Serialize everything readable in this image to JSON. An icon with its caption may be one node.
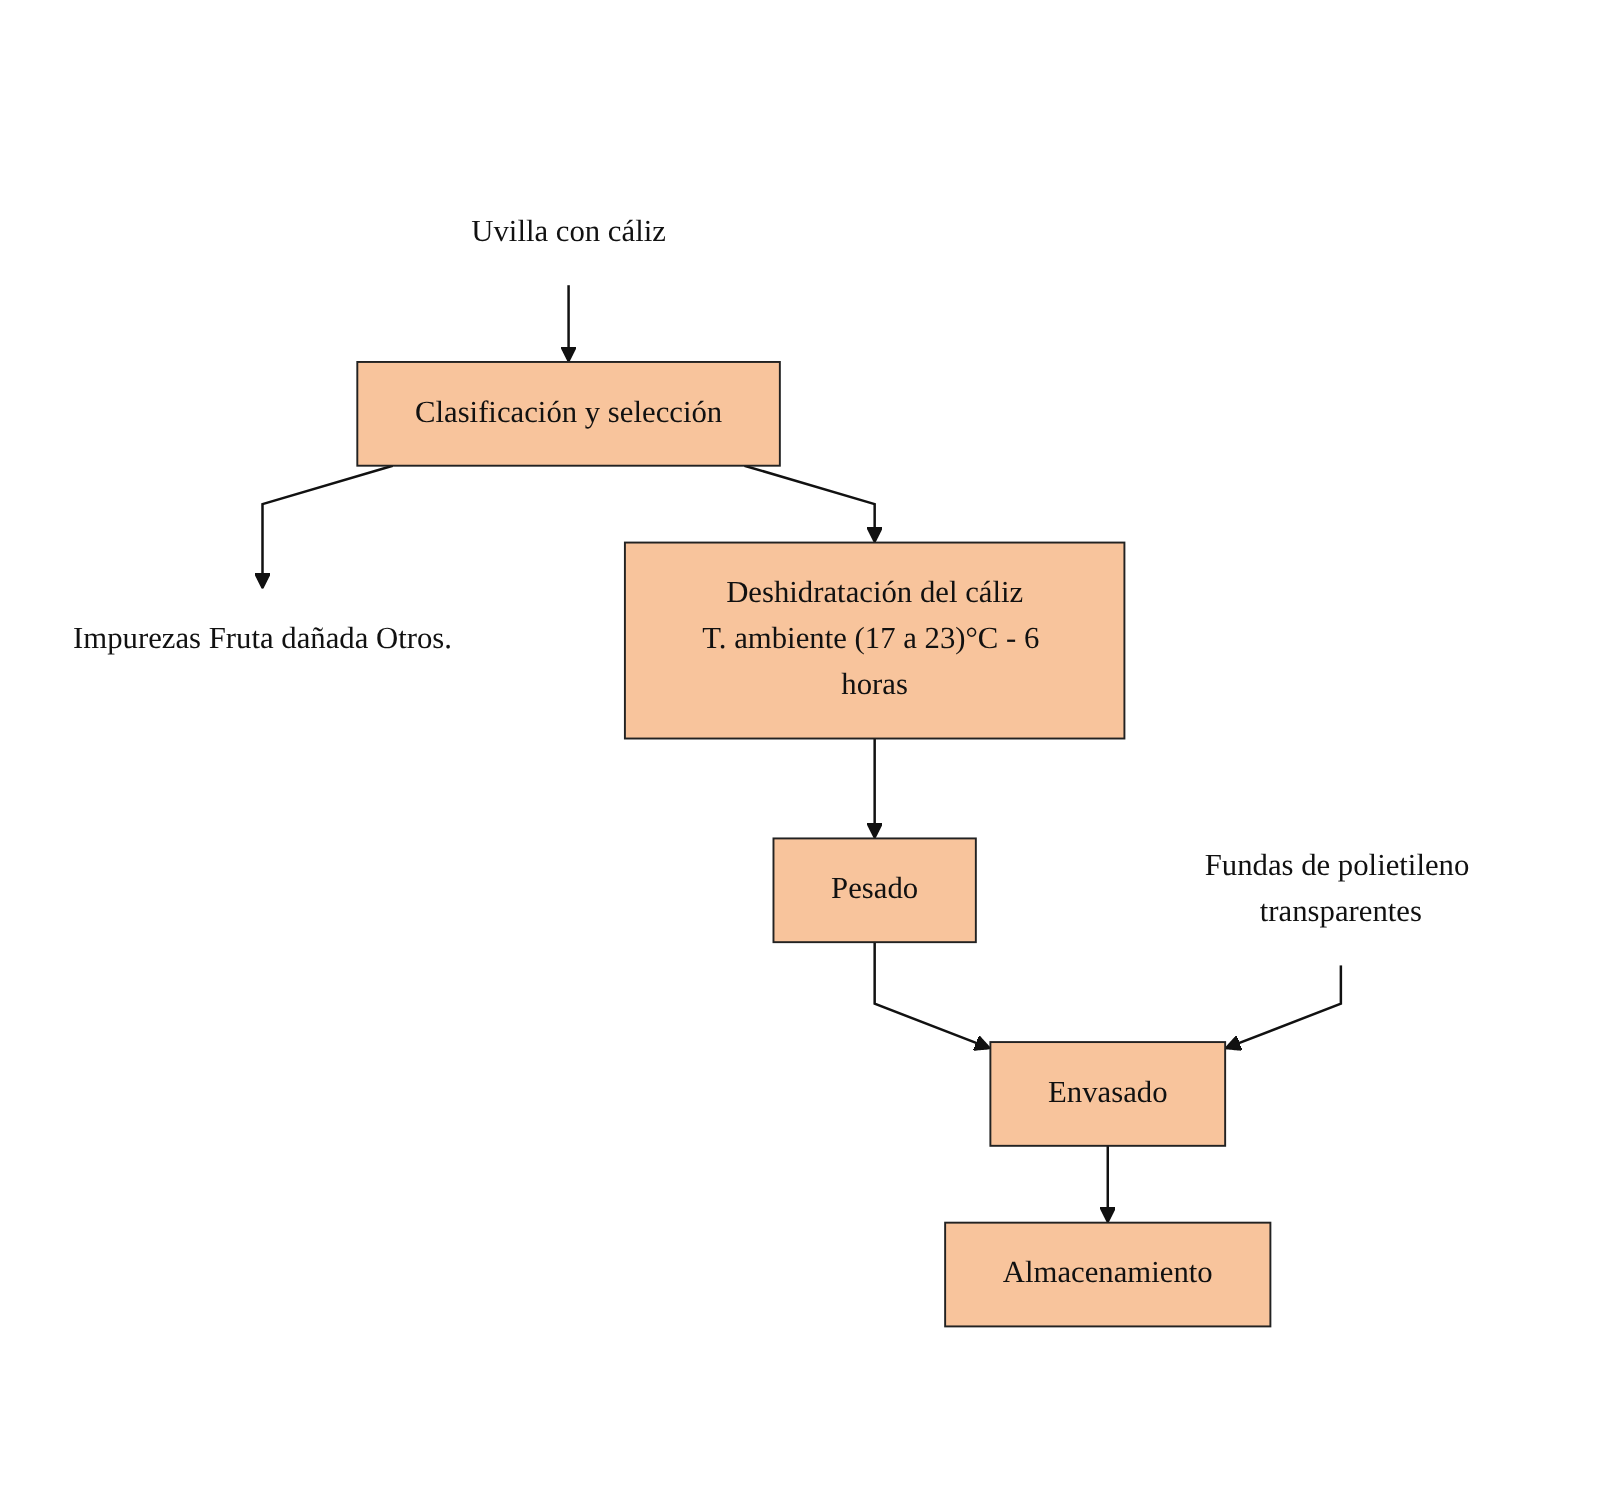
{
  "diagram": {
    "nodes": [
      {
        "text": [
          "Uvilla con cáliz"
        ]
      },
      {
        "text": [
          "Clasificación y selección"
        ]
      },
      {
        "text": [
          "Impurezas Fruta dañada Otros."
        ]
      },
      {
        "text": [
          "Deshidratación del cáliz",
          "T. ambiente (17 a 23)°C - 6 horas"
        ]
      },
      {
        "text": [
          "Pesado"
        ]
      },
      {
        "text": [
          "Fundas de polietileno transparentes"
        ]
      },
      {
        "text": [
          "Envasado"
        ]
      },
      {
        "text": [
          "Almacenamiento"
        ]
      }
    ],
    "edges": [
      {
        "from": 0,
        "to": 1,
        "arrow": "to"
      },
      {
        "from": 1,
        "to": 2,
        "arrow": "to"
      },
      {
        "from": 1,
        "to": 3,
        "arrow": "to"
      },
      {
        "from": 3,
        "to": 4,
        "arrow": "to"
      },
      {
        "from": 4,
        "to": 6,
        "arrow": "to"
      },
      {
        "from": 5,
        "to": 6,
        "arrow": "to"
      },
      {
        "from": 6,
        "to": 7,
        "arrow": "to"
      }
    ]
  }
}
